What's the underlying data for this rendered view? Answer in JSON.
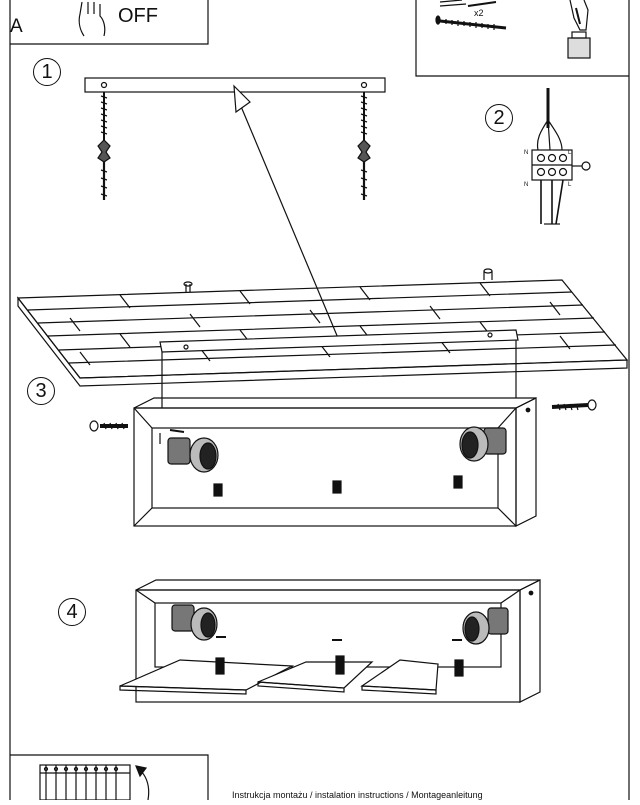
{
  "power_box": {
    "corner_letter": "A",
    "off_label": "OFF"
  },
  "parts_box": {
    "quantity_label": "x2"
  },
  "steps": [
    "1",
    "2",
    "3",
    "4"
  ],
  "footer": {
    "caption": "Instrukcja montażu / instalation instructions / Montageanleitung"
  }
}
